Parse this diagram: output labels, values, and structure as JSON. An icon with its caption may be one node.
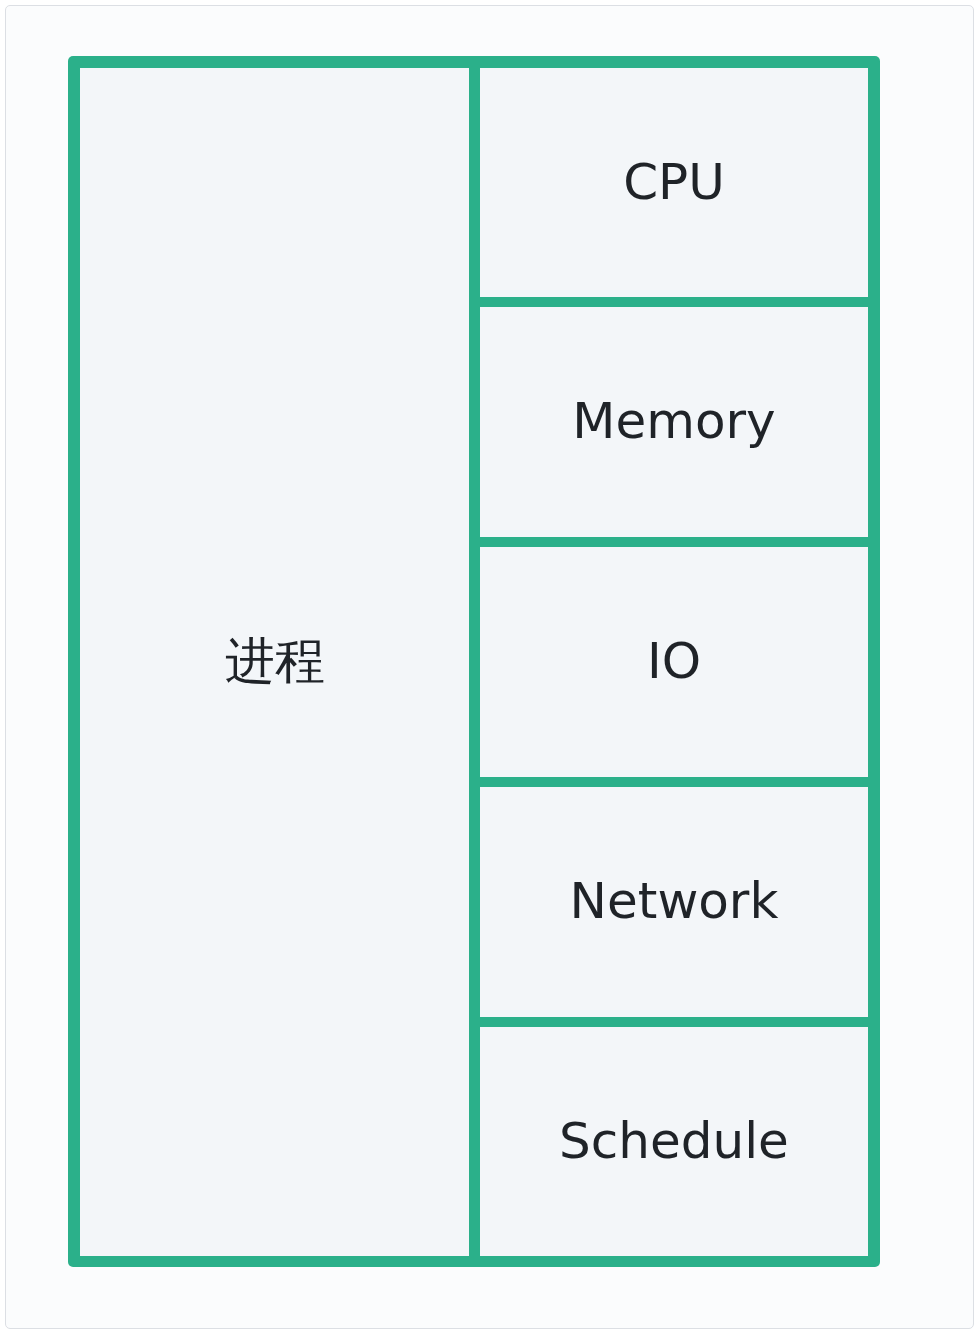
{
  "diagram": {
    "nodes": [
      {
        "text": [
          "进程"
        ]
      },
      {
        "text": [
          "CPU"
        ]
      },
      {
        "text": [
          "Memory"
        ]
      },
      {
        "text": [
          "IO"
        ]
      },
      {
        "text": [
          "Network"
        ]
      },
      {
        "text": [
          "Schedule"
        ]
      }
    ]
  }
}
